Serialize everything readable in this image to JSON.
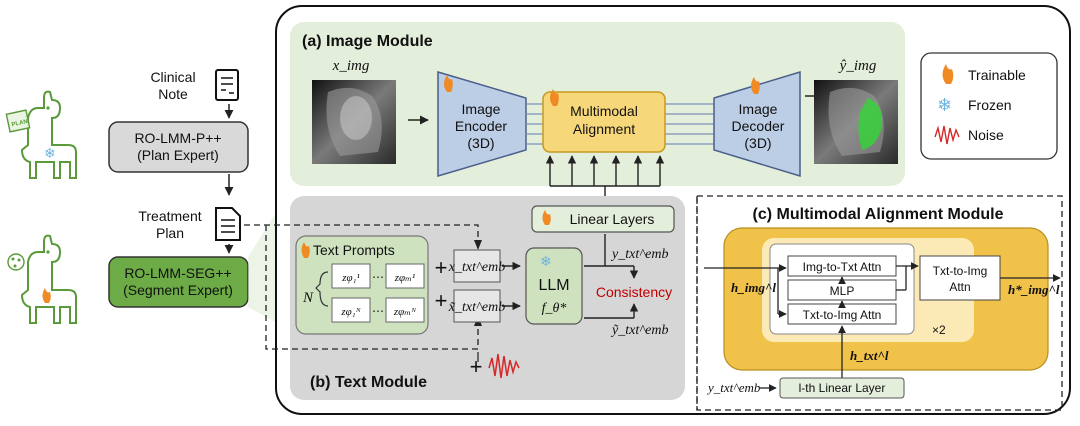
{
  "left_pipeline": {
    "clinical_note": [
      "Clinical",
      "Note"
    ],
    "plan_expert": [
      "RO-LMM-P++",
      "(Plan Expert)"
    ],
    "treatment_plan": [
      "Treatment",
      "Plan"
    ],
    "segment_expert": [
      "RO-LMM-SEG++",
      "(Segment Expert)"
    ],
    "plan_sticker": "PLAN"
  },
  "image_module": {
    "title": "(a) Image Module",
    "input_label": "x_img",
    "output_label": "ŷ_img",
    "encoder": [
      "Image",
      "Encoder",
      "(3D)"
    ],
    "decoder": [
      "Image",
      "Decoder",
      "(3D)"
    ],
    "alignment": [
      "Multimodal",
      "Alignment"
    ]
  },
  "legend": {
    "trainable": "Trainable",
    "frozen": "Frozen",
    "noise": "Noise"
  },
  "text_module": {
    "title": "(b) Text Module",
    "prompts_title": "Text Prompts",
    "n_label": "N",
    "linear_layers": "Linear Layers",
    "llm": "LLM",
    "consistency": "Consistency",
    "x_txt_emb": "x_txt^emb",
    "x_tilde_txt_emb": "x̃_txt^emb",
    "y_txt_emb": "y_txt^emb",
    "y_tilde_txt_emb": "ỹ_txt^emb",
    "f_theta": "f_θ*"
  },
  "alignment_module": {
    "title": "(c) Multimodal Alignment Module",
    "img_to_txt": "Img-to-Txt Attn",
    "mlp": "MLP",
    "txt_to_img_inner": "Txt-to-Img Attn",
    "txt_to_img_outer": [
      "Txt-to-Img",
      "Attn"
    ],
    "repeat": "×2",
    "h_img": "h_img^l",
    "h_img_out": "h*_img^l",
    "h_txt": "h_txt^l",
    "y_emb": "y_txt^emb",
    "linear_layer": "l-th Linear Layer"
  },
  "colors": {
    "green_panel": "#e3eedb",
    "gray_panel": "#d6d6d6",
    "blue_block": "#bccde6",
    "yellow_block": "#f6d77a",
    "green_box": "#6cab46",
    "gold": "#f0c24a",
    "consistency_red": "#c00000"
  }
}
